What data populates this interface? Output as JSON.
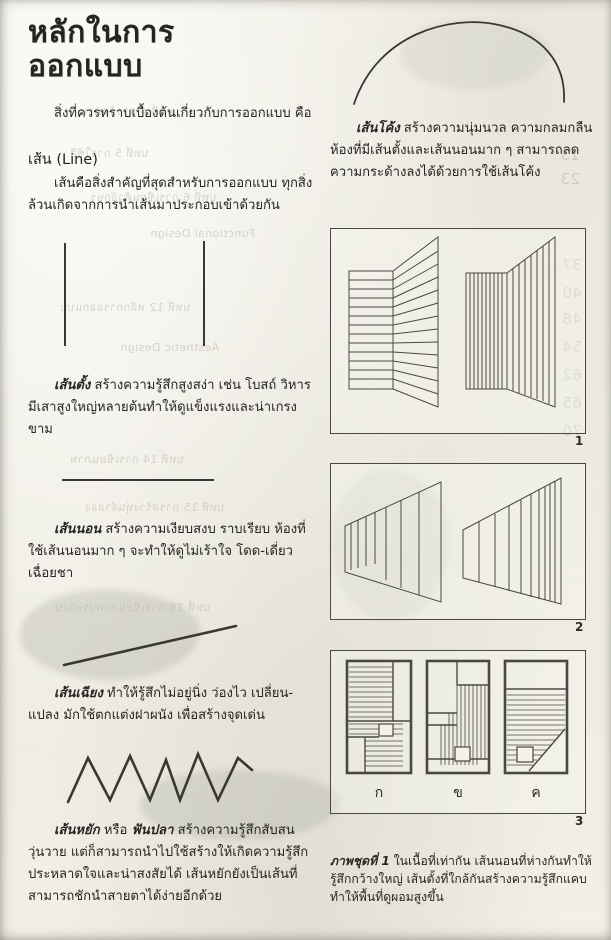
{
  "document": {
    "language": "Thai",
    "title_lines": [
      "หลักในการ",
      "ออกแบบ"
    ]
  },
  "left_column": {
    "intro": {
      "text": "สิ่งที่ควรทราบเบื้องต้นเกี่ยวกับการออกแบบ คือ"
    },
    "subheading": "เส้น (Line)",
    "line_definition": {
      "text": "เส้นคือสิ่งสำคัญที่สุดสำหรับการออกแบบ ทุกสิ่งล้วนเกิดจากการนำเส้นมาประกอบเข้าด้วยกัน"
    },
    "vertical_line": {
      "lead": "เส้นตั้ง",
      "text": " สร้างความรู้สึกสูงสง่า เช่น โบสถ์ วิหาร  มีเสาสูงใหญ่หลายต้นทำให้ดูแข็งแรงและน่าเกรงขาม"
    },
    "horizontal_line": {
      "lead": "เส้นนอน",
      "text": " สร้างความเงียบสงบ ราบเรียบ ห้องที่ใช้เส้นนอนมาก ๆ จะทำให้ดูไม่เร้าใจ โดด-เดี่ยว เฉื่อยชา"
    },
    "diagonal_line": {
      "lead": "เส้นเฉียง",
      "text": " ทำให้รู้สึกไม่อยู่นิ่ง ว่องไว เปลี่ยน-แปลง มักใช้ตกแต่งฝาผนัง เพื่อสร้างจุดเด่น"
    },
    "zigzag_line": {
      "lead": "เส้นหยัก",
      "lead_alt": "ฟันปลา",
      "conjunction": " หรือ ",
      "text": " สร้างความรู้สึกสับสน วุ่นวาย แต่ก็สามารถนำไปใช้สร้างให้เกิดความรู้สึกประหลาดใจและน่าสงสัยได้  เส้นหยักยังเป็นเส้นที่สามารถชักนำสายตาได้ง่ายอีกด้วย"
    }
  },
  "right_column": {
    "curved_line": {
      "lead": "เส้นโค้ง",
      "text": " สร้างความนุ่มนวล ความกลมกลืน ห้องที่มีเส้นตั้งและเส้นนอนมาก ๆ สามารถลดความกระด้างลงได้ด้วยการใช้เส้นโค้ง"
    },
    "figures": [
      {
        "number": "1",
        "description": "ผนังมุมแบบทัศนียภาพ ด้านซ้ายใช้เส้นนอน ด้านขวาใช้เส้นตั้ง"
      },
      {
        "number": "2",
        "description": "ผนังทัศนียภาพสองชุด แบ่งด้วยเส้นตั้งถี่ห่างต่างกัน"
      },
      {
        "number": "3",
        "description": "ผังพื้นสามแบบ ใช้เส้นนอน เส้นตั้ง และเส้นเฉียง"
      }
    ],
    "plan_labels": [
      "ก",
      "ข",
      "ค"
    ],
    "caption": {
      "prefix": "ภาพชุดที่ 1",
      "text": " ในเนื้อที่เท่ากัน เส้นนอนที่ห่างกันทำให้รู้สึกกว้างใหญ่  เส้นตั้งที่ใกล้กันสร้างความรู้สึกแคบ  ทำให้พื้นที่ดูผอมสูงขึ้น"
    }
  },
  "bleed_through": {
    "lines": [
      "บทที่ 4 การจัดภาพ",
      "บทที่ 5 การใช้สี",
      "บทที่ 6 การเขียนตัวอักษร",
      "บทที่ 12 หลักการออกแบบ",
      "บทที่ 14 การเขียนภาพ",
      "บทที่ 15 การสร้างหุ่นจำลอง",
      "บทที่ 16 การเขียนภาพประกอบ",
      "Functional Design",
      "Aesthetic Design"
    ],
    "page_numbers": [
      "13",
      "23",
      "37",
      "40",
      "48",
      "54",
      "62",
      "65",
      "70"
    ]
  },
  "colors": {
    "paper": "#f3f1e9",
    "ink": "#282622",
    "figure_border": "#4a4843",
    "bleed": "#b9b7ad"
  }
}
